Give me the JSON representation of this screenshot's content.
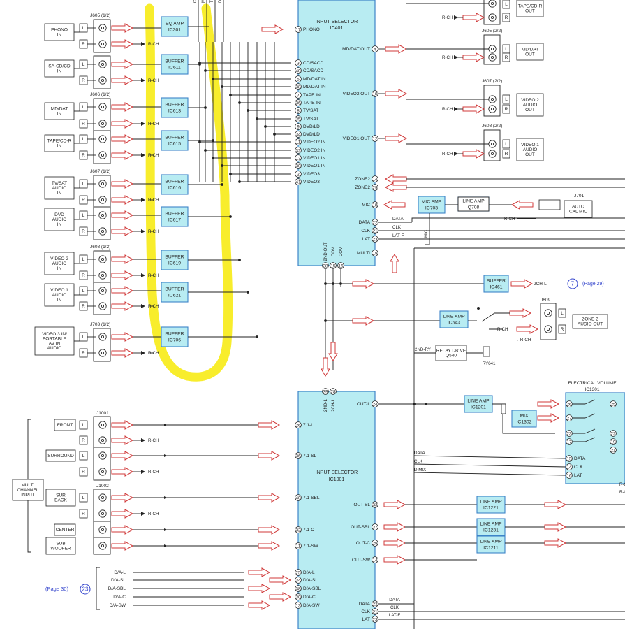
{
  "colors": {
    "ic_fill": "#b8ecf2",
    "ic_stroke": "#3c84c8",
    "arrow": "#d03a3a",
    "line": "#222222",
    "highlight": "#f7ec1a",
    "link": "#3344cc"
  },
  "connectors": [
    {
      "label": "J605 (1/2)",
      "jacks": [
        {
          "pin": "L",
          "name": "PHONO\nIN"
        },
        {
          "pin": "R",
          "name": ""
        }
      ],
      "rows": [
        1,
        2
      ]
    },
    {
      "label": "",
      "jacks": [
        {
          "pin": "L",
          "name": "SA-CD/CD\nIN"
        },
        {
          "pin": "R",
          "name": ""
        }
      ],
      "rows": [
        3,
        4
      ]
    },
    {
      "label": "J606 (1/2)",
      "jacks": [
        {
          "pin": "L",
          "name": "MD/DAT\nIN"
        },
        {
          "pin": "R",
          "name": ""
        }
      ],
      "rows": [
        5,
        6
      ]
    },
    {
      "label": "",
      "jacks": [
        {
          "pin": "L",
          "name": "TAPE/CD-R\nIN"
        },
        {
          "pin": "R",
          "name": ""
        }
      ],
      "rows": [
        7,
        8
      ]
    },
    {
      "label": "J607 (1/2)",
      "jacks": [
        {
          "pin": "L",
          "name": "TV/SAT\nAUDIO\nIN"
        },
        {
          "pin": "R",
          "name": ""
        }
      ],
      "rows": [
        9,
        10
      ]
    },
    {
      "label": "",
      "jacks": [
        {
          "pin": "L",
          "name": "DVD\nAUDIO\nIN"
        },
        {
          "pin": "R",
          "name": ""
        }
      ],
      "rows": [
        11,
        12
      ]
    },
    {
      "label": "J608 (1/2)",
      "jacks": [
        {
          "pin": "L",
          "name": "VIDEO 2\nAUDIO\nIN"
        },
        {
          "pin": "R",
          "name": ""
        }
      ],
      "rows": [
        13,
        14
      ]
    },
    {
      "label": "",
      "jacks": [
        {
          "pin": "L",
          "name": "VIDEO 1\nAUDIO\nIN"
        },
        {
          "pin": "R",
          "name": ""
        }
      ],
      "rows": [
        15,
        16
      ]
    },
    {
      "label": "J703 (1/2)",
      "jacks": [
        {
          "pin": "L",
          "name": "VIDEO 3 IN/\nPORTABLE\nAV IN\nAUDIO"
        },
        {
          "pin": "R",
          "name": ""
        }
      ],
      "rows": [
        17,
        18
      ]
    }
  ],
  "left_buffers": [
    {
      "name": "EQ AMP",
      "ref": "IC301"
    },
    {
      "name": "BUFFER",
      "ref": "IC611"
    },
    {
      "name": "BUFFER",
      "ref": "IC613"
    },
    {
      "name": "BUFFER",
      "ref": "IC615"
    },
    {
      "name": "BUFFER",
      "ref": "IC616"
    },
    {
      "name": "BUFFER",
      "ref": "IC617"
    },
    {
      "name": "BUFFER",
      "ref": "IC619"
    },
    {
      "name": "BUFFER",
      "ref": "IC621"
    },
    {
      "name": "BUFFER",
      "ref": "IC706"
    }
  ],
  "rch_label": "R-CH",
  "top_bus_labels": [
    "C",
    "MD",
    "TV",
    "DV"
  ],
  "ic401": {
    "title": "INPUT SELECTOR",
    "ref": "IC401",
    "inputs": [
      {
        "pin": "17",
        "name": "PHONO"
      },
      {
        "pin": "3",
        "name": "CD/SACD"
      },
      {
        "pin": "40",
        "name": "CD/SACD"
      },
      {
        "pin": "5",
        "name": "MD/DAT IN"
      },
      {
        "pin": "38",
        "name": "MD/DAT IN"
      },
      {
        "pin": "7",
        "name": "TAPE IN"
      },
      {
        "pin": "36",
        "name": "TAPE IN"
      },
      {
        "pin": "8",
        "name": "TV/SAT"
      },
      {
        "pin": "35",
        "name": "TV/SAT"
      },
      {
        "pin": "9",
        "name": "DVD/LD"
      },
      {
        "pin": "34",
        "name": "DVD/LD"
      },
      {
        "pin": "11",
        "name": "VIDEO2 IN"
      },
      {
        "pin": "32",
        "name": "VIDEO2 IN"
      },
      {
        "pin": "13",
        "name": "VIDEO1 IN"
      },
      {
        "pin": "30",
        "name": "VIDEO1 IN"
      },
      {
        "pin": "2",
        "name": "VIDEO3"
      },
      {
        "pin": "41",
        "name": "VIDEO3"
      }
    ],
    "outputs": [
      {
        "pin": "4",
        "name": "MD/DAT OUT"
      },
      {
        "pin": "10",
        "name": "VIDEO2 OUT"
      },
      {
        "pin": "12",
        "name": "VIDEO1 OUT"
      },
      {
        "pin": "14",
        "name": "ZONE2"
      },
      {
        "pin": "29",
        "name": "ZONE2"
      },
      {
        "pin": "18",
        "name": "MIC"
      },
      {
        "pin": "22",
        "name": "DATA"
      },
      {
        "pin": "21",
        "name": "CLK"
      },
      {
        "pin": "23",
        "name": "LAT"
      },
      {
        "pin": "19",
        "name": "MULTI"
      }
    ],
    "bottom_pins": [
      {
        "pin": "28",
        "name": "2ND.OUT"
      },
      {
        "pin": "15",
        "name": "COM"
      },
      {
        "pin": "16",
        "name": "COM"
      }
    ],
    "ctrl_labels": [
      "DATA",
      "CLK",
      "LAT-F"
    ]
  },
  "right_outputs": [
    {
      "ref": "",
      "name": "TAPE/CD-R\nOUT"
    },
    {
      "ref": "J605 (2/2)",
      "name": "MD/DAT\nOUT"
    },
    {
      "ref": "J607 (2/2)",
      "name": "VIDEO 2\nAUDIO\nOUT"
    },
    {
      "ref": "J608 (2/2)",
      "name": "VIDEO 1\nAUDIO\nOUT"
    }
  ],
  "mic_chain": {
    "mic_amp": {
      "name": "MIC AMP",
      "ref": "IC703"
    },
    "line_amp": {
      "name": "LINE AMP",
      "ref": "Q708"
    },
    "jack_ref": "J701",
    "jack_name": "AUTO\nCAL MIC",
    "mic_label": "MIC"
  },
  "buffer461": {
    "name": "BUFFER",
    "ref": "IC461",
    "out": "2CH-L",
    "link_num": "7",
    "link_text": "(Page 29)"
  },
  "ic643": {
    "name": "LINE AMP",
    "ref": "IC643"
  },
  "j609": {
    "ref": "J609",
    "name": "ZONE 2\nAUDIO OUT"
  },
  "relay": {
    "name": "RELAY DRIVE",
    "ref": "Q540",
    "in": "2ND-RY",
    "relay_ref": "RY641"
  },
  "ic1001": {
    "title": "INPUT SELECTOR",
    "ref": "IC1001",
    "top_pins": [
      {
        "pin": "39",
        "name": "2ND-L"
      },
      {
        "pin": "28",
        "name": "2CH-L"
      }
    ],
    "inputs": [
      {
        "pin": "26",
        "name": "7.1-L"
      },
      {
        "pin": "36",
        "name": "7.1-SL"
      },
      {
        "pin": "40",
        "name": "7.1-SBL"
      },
      {
        "pin": "32",
        "name": "7.1-C"
      },
      {
        "pin": "11",
        "name": "7.1-SW"
      }
    ],
    "da_inputs": [
      {
        "pin": "25",
        "name": "D/A-L"
      },
      {
        "pin": "34",
        "name": "D/A-SL"
      },
      {
        "pin": "38",
        "name": "D/A-SBL"
      },
      {
        "pin": "30",
        "name": "D/A-C"
      },
      {
        "pin": "13",
        "name": "D/A-SW"
      }
    ],
    "outputs": [
      {
        "pin": "24",
        "name": "OUT-L"
      },
      {
        "pin": "33",
        "name": "OUT-SL"
      },
      {
        "pin": "37",
        "name": "OUT-SBL"
      },
      {
        "pin": "29",
        "name": "OUT-C"
      },
      {
        "pin": "14",
        "name": "OUT-SW"
      }
    ],
    "ctrl": [
      {
        "pin": "22",
        "name": "DATA"
      },
      {
        "pin": "21",
        "name": "CLK"
      },
      {
        "pin": "23",
        "name": "LAT"
      }
    ],
    "ctrl_labels": [
      "DATA",
      "CLK",
      "LAT-F"
    ]
  },
  "multichannel": {
    "group_label": "MULTI\nCHANNEL\nINPUT",
    "jacks": [
      {
        "ref": "J1001",
        "name": "FRONT"
      },
      {
        "ref": "",
        "name": "SURROUND"
      },
      {
        "ref": "J1002",
        "name": "SUR\nBACK"
      },
      {
        "ref": "",
        "name": "CENTER"
      },
      {
        "ref": "",
        "name": "SUB\nWOOFER"
      }
    ]
  },
  "da_page": {
    "text": "(Page 30)",
    "num": "23",
    "lines": [
      "D/A-L",
      "D/A-SL",
      "D/A-SBL",
      "D/A-C",
      "D/A-SW"
    ]
  },
  "line_amps_bottom": [
    {
      "name": "LINE AMP",
      "ref": "IC1201"
    },
    {
      "name": "LINE AMP",
      "ref": "IC1221"
    },
    {
      "name": "LINE AMP",
      "ref": "IC1231"
    },
    {
      "name": "LINE AMP",
      "ref": "IC1211"
    }
  ],
  "mix": {
    "name": "MIX",
    "ref": "IC1302"
  },
  "ev": {
    "title": "ELECTRICAL VOLUME",
    "ref": "IC1301",
    "pins_in": [
      "26",
      "27",
      "23",
      "17"
    ],
    "pins_right": [
      "25",
      "22",
      "19",
      "21"
    ],
    "ctrl": [
      {
        "pin": "15",
        "name": "DATA"
      },
      {
        "pin": "14",
        "name": "CLK"
      },
      {
        "pin": "16",
        "name": "LAT"
      }
    ],
    "ctrl_labels": [
      "DATA",
      "CLK",
      "D.MIX"
    ],
    "edge_text": [
      "R-C",
      "R-C"
    ]
  }
}
